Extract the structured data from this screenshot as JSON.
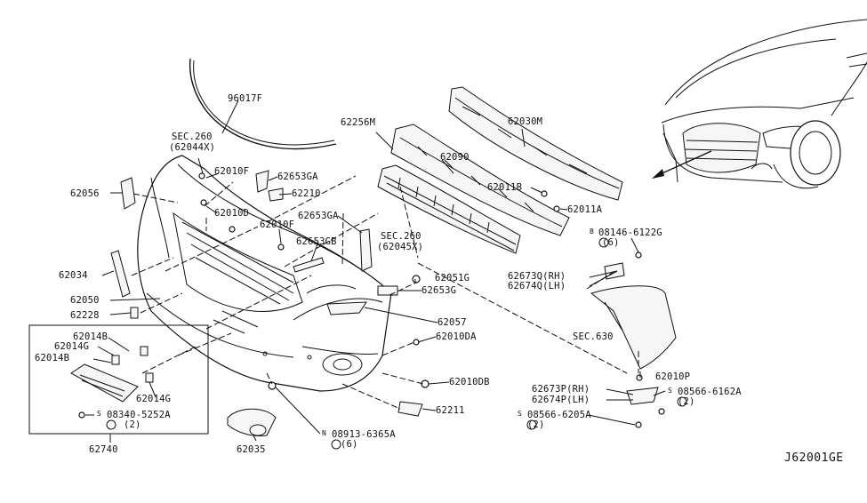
{
  "diagram_code": "J62001GE",
  "labels": {
    "p96017F": "96017F",
    "sec260a": "SEC.260",
    "sec260a_sub": "(62044X)",
    "p62010F_a": "62010F",
    "p62653GA_a": "62653GA",
    "p62056": "62056",
    "p62210": "62210",
    "p62010D": "62010D",
    "p62010F_b": "62010F",
    "p62653GA_b": "62653GA",
    "p62653GB": "62653GB",
    "p62034": "62034",
    "p62050": "62050",
    "p62228": "62228",
    "p62014B_a": "62014B",
    "p62014G_a": "62014G",
    "p62014B_b": "62014B",
    "p62014G_b": "62014G",
    "s08340": "08340-5252A",
    "s08340_qty": "(2)",
    "p62740": "62740",
    "p62035": "62035",
    "n08913": "08913-6365A",
    "n08913_qty": "(6)",
    "p62256M": "62256M",
    "p62090": "62090",
    "p62030M": "62030M",
    "p62011B": "62011B",
    "p62011A": "62011A",
    "sec260b": "SEC.260",
    "sec260b_sub": "(62045X)",
    "p62051G": "62051G",
    "p62653G": "62653G",
    "p62057": "62057",
    "p62010DA": "62010DA",
    "p62010DB": "62010DB",
    "p62211": "62211",
    "b08146": "08146-6122G",
    "b08146_qty": "(6)",
    "p62673Q": "62673Q(RH)",
    "p62674Q": "62674Q(LH)",
    "sec630": "SEC.630",
    "p62010P": "62010P",
    "p62673P": "62673P(RH)",
    "p62674P": "62674P(LH)",
    "s08566a": "08566-6162A",
    "s08566a_qty": "(2)",
    "s08566b": "08566-6205A",
    "s08566b_qty": "(2)"
  },
  "symbols": {
    "s_circle": "S",
    "n_circle": "N",
    "b_circle": "B"
  }
}
